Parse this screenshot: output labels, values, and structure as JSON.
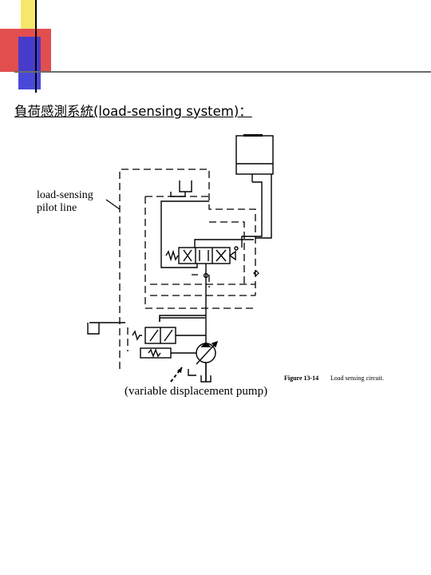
{
  "slide": {
    "title": "負荷感測系統(load-sensing system)："
  },
  "decor": {
    "yellow": "#f5e76a",
    "red": "#e24e4e",
    "blue": "#3a3ad6"
  },
  "figure": {
    "pilot_label_line1": "load-sensing",
    "pilot_label_line2": "pilot line",
    "pump_label": "(variable displacement pump)",
    "caption_number": "Figure 13-14",
    "caption_text": "Load sensing circuit."
  }
}
